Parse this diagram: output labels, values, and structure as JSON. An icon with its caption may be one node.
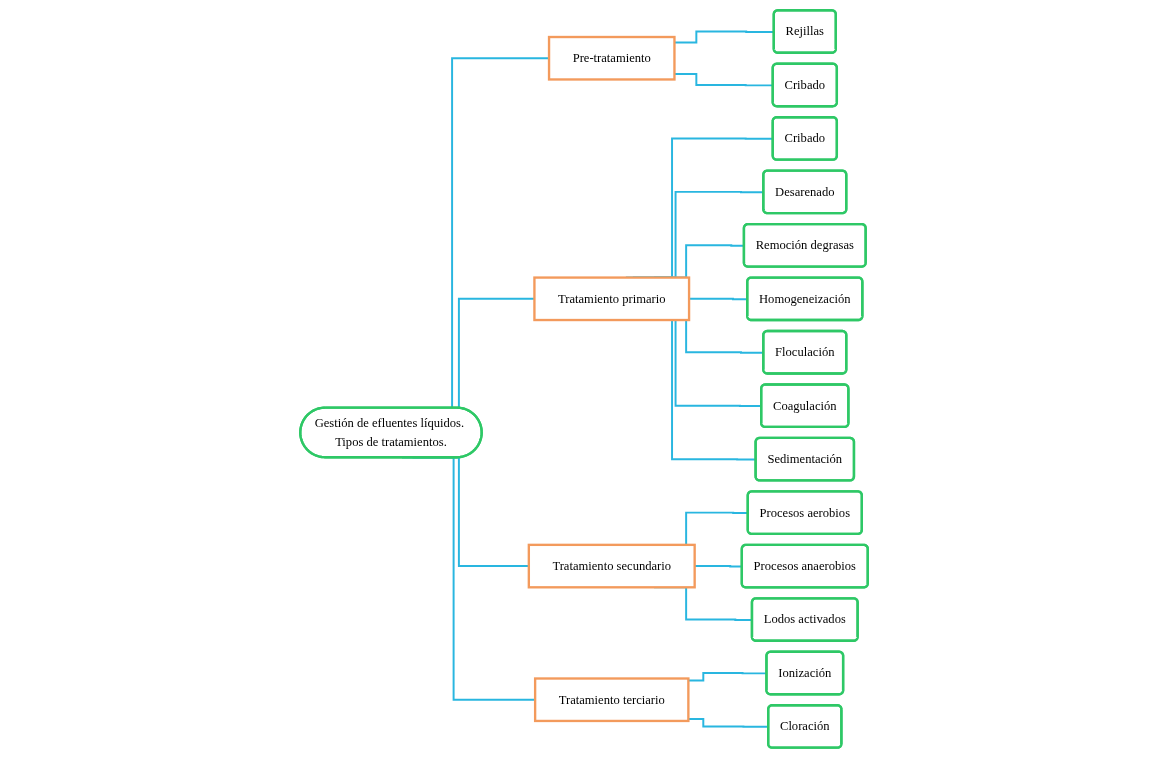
{
  "diagram": {
    "nodes": [
      {
        "text": [
          "Gestión de efluentes líquidos. Tipos de tratamientos."
        ]
      },
      {
        "text": [
          "Pre-tratamiento"
        ]
      },
      {
        "text": [
          "Rejillas"
        ]
      },
      {
        "text": [
          "Cribado"
        ]
      },
      {
        "text": [
          "Tratamiento primario"
        ]
      },
      {
        "text": [
          "Cribado"
        ]
      },
      {
        "text": [
          "Desarenado"
        ]
      },
      {
        "text": [
          "Remoción degrasas"
        ]
      },
      {
        "text": [
          "Homogeneización"
        ]
      },
      {
        "text": [
          "Floculación"
        ]
      },
      {
        "text": [
          "Coagulación"
        ]
      },
      {
        "text": [
          "Sedimentación"
        ]
      },
      {
        "text": [
          "Tratamiento secundario"
        ]
      },
      {
        "text": [
          "Procesos aerobios"
        ]
      },
      {
        "text": [
          "Procesos anaerobios"
        ]
      },
      {
        "text": [
          "Lodos activados"
        ]
      },
      {
        "text": [
          "Tratamiento terciario"
        ]
      },
      {
        "text": [
          "Ionización"
        ]
      },
      {
        "text": [
          "Cloración"
        ]
      }
    ],
    "edges": [
      {
        "from": 0,
        "to": 1,
        "arrow": "none"
      },
      {
        "from": 0,
        "to": 4,
        "arrow": "none"
      },
      {
        "from": 0,
        "to": 12,
        "arrow": "none"
      },
      {
        "from": 0,
        "to": 16,
        "arrow": "none"
      },
      {
        "from": 1,
        "to": 2,
        "arrow": "none"
      },
      {
        "from": 1,
        "to": 3,
        "arrow": "none"
      },
      {
        "from": 4,
        "to": 5,
        "arrow": "none"
      },
      {
        "from": 4,
        "to": 6,
        "arrow": "none"
      },
      {
        "from": 4,
        "to": 7,
        "arrow": "none"
      },
      {
        "from": 4,
        "to": 8,
        "arrow": "none"
      },
      {
        "from": 4,
        "to": 9,
        "arrow": "none"
      },
      {
        "from": 4,
        "to": 10,
        "arrow": "none"
      },
      {
        "from": 4,
        "to": 11,
        "arrow": "none"
      },
      {
        "from": 12,
        "to": 13,
        "arrow": "none"
      },
      {
        "from": 12,
        "to": 14,
        "arrow": "none"
      },
      {
        "from": 12,
        "to": 15,
        "arrow": "none"
      },
      {
        "from": 16,
        "to": 17,
        "arrow": "none"
      },
      {
        "from": 16,
        "to": 18,
        "arrow": "none"
      }
    ]
  }
}
